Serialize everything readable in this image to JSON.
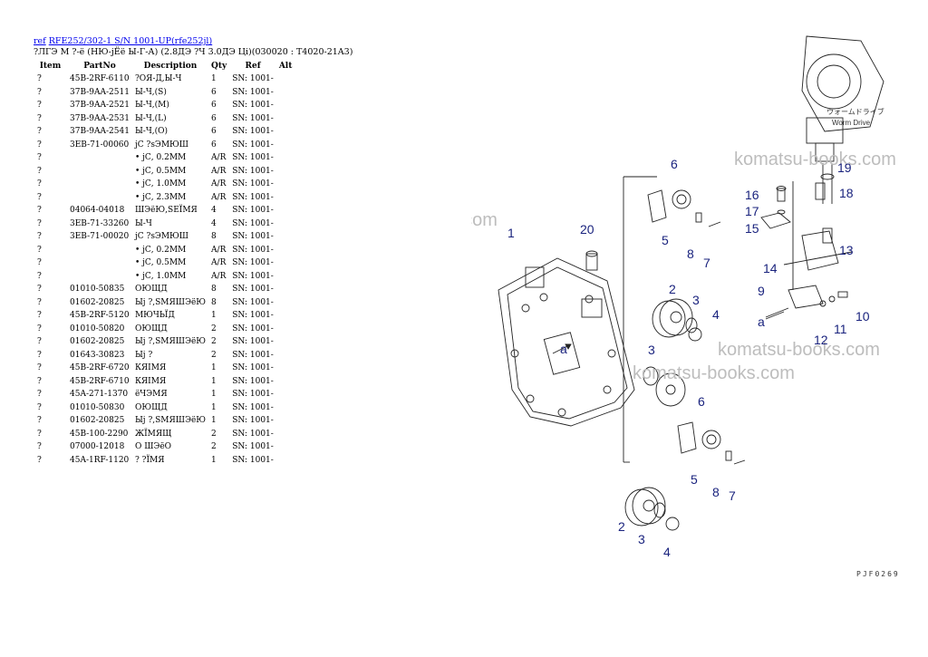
{
  "header": {
    "link_ref": "ref",
    "link_title": "RFE252/302-1 S/N 1001-UP(rfe252jl)",
    "subtitle": "?ЛГЭ М ?-ё (НЮ-јЁё Ы-Г-А) (2.8ДЭ ?Ч 3.0ДЭ Ці)(030020 : T4020-21A3)"
  },
  "table": {
    "columns": [
      "Item",
      "PartNo",
      "Description",
      "Qty",
      "Ref",
      "Alt"
    ],
    "rows": [
      {
        "item": "?",
        "part": "45B-2RF-6110",
        "desc": "?ОЯ-Д,Ы-Ч",
        "qty": "1",
        "ref": "SN: 1001-"
      },
      {
        "item": "?",
        "part": "37B-9AA-2511",
        "desc": "Ы-Ч,(S)",
        "qty": "6",
        "ref": "SN: 1001-"
      },
      {
        "item": "?",
        "part": "37B-9AA-2521",
        "desc": "Ы-Ч,(M)",
        "qty": "6",
        "ref": "SN: 1001-"
      },
      {
        "item": "?",
        "part": "37B-9AA-2531",
        "desc": "Ы-Ч,(L)",
        "qty": "6",
        "ref": "SN: 1001-"
      },
      {
        "item": "?",
        "part": "37B-9AA-2541",
        "desc": "Ы-Ч,(O)",
        "qty": "6",
        "ref": "SN: 1001-"
      },
      {
        "item": "?",
        "part": "3EB-71-00060",
        "desc": "јС ?sЭМЮШ",
        "qty": "6",
        "ref": "SN: 1001-"
      },
      {
        "item": "?",
        "part": "",
        "desc": "• јС, 0.2MM",
        "qty": "A/R",
        "ref": "SN: 1001-"
      },
      {
        "item": "?",
        "part": "",
        "desc": "• јС, 0.5MM",
        "qty": "A/R",
        "ref": "SN: 1001-"
      },
      {
        "item": "?",
        "part": "",
        "desc": "• јС, 1.0MM",
        "qty": "A/R",
        "ref": "SN: 1001-"
      },
      {
        "item": "?",
        "part": "",
        "desc": "• јС, 2.3MM",
        "qty": "A/R",
        "ref": "SN: 1001-"
      },
      {
        "item": "?",
        "part": "04064-04018",
        "desc": "ШЭёЮ,SEЇМЯ",
        "qty": "4",
        "ref": "SN: 1001-"
      },
      {
        "item": "?",
        "part": "3EB-71-33260",
        "desc": "Ы-Ч",
        "qty": "4",
        "ref": "SN: 1001-"
      },
      {
        "item": "?",
        "part": "3EB-71-00020",
        "desc": "јС ?sЭМЮШ",
        "qty": "8",
        "ref": "SN: 1001-"
      },
      {
        "item": "?",
        "part": "",
        "desc": "• јС, 0.2MM",
        "qty": "A/R",
        "ref": "SN: 1001-"
      },
      {
        "item": "?",
        "part": "",
        "desc": "• јС, 0.5MM",
        "qty": "A/R",
        "ref": "SN: 1001-"
      },
      {
        "item": "?",
        "part": "",
        "desc": "• јС, 1.0MM",
        "qty": "A/R",
        "ref": "SN: 1001-"
      },
      {
        "item": "?",
        "part": "01010-50835",
        "desc": "ОЮЩД",
        "qty": "8",
        "ref": "SN: 1001-"
      },
      {
        "item": "?",
        "part": "01602-20825",
        "desc": "Ыј ?,SМЯШЭёЮ",
        "qty": "8",
        "ref": "SN: 1001-"
      },
      {
        "item": "?",
        "part": "45B-2RF-5120",
        "desc": "МЮЧЬЇД",
        "qty": "1",
        "ref": "SN: 1001-"
      },
      {
        "item": "?",
        "part": "01010-50820",
        "desc": "ОЮЩД",
        "qty": "2",
        "ref": "SN: 1001-"
      },
      {
        "item": "?",
        "part": "01602-20825",
        "desc": "Ыј ?,SМЯШЭёЮ",
        "qty": "2",
        "ref": "SN: 1001-"
      },
      {
        "item": "?",
        "part": "01643-30823",
        "desc": "Ыј ?",
        "qty": "2",
        "ref": "SN: 1001-"
      },
      {
        "item": "?",
        "part": "45B-2RF-6720",
        "desc": "КЯІМЯ",
        "qty": "1",
        "ref": "SN: 1001-"
      },
      {
        "item": "?",
        "part": "45B-2RF-6710",
        "desc": "КЯІМЯ",
        "qty": "1",
        "ref": "SN: 1001-"
      },
      {
        "item": "?",
        "part": "45A-271-1370",
        "desc": "ёЧЭМЯ",
        "qty": "1",
        "ref": "SN: 1001-"
      },
      {
        "item": "?",
        "part": "01010-50830",
        "desc": "ОЮЩД",
        "qty": "1",
        "ref": "SN: 1001-"
      },
      {
        "item": "?",
        "part": "01602-20825",
        "desc": "Ыј ?,SМЯШЭёЮ",
        "qty": "1",
        "ref": "SN: 1001-"
      },
      {
        "item": "?",
        "part": "45B-100-2290",
        "desc": "ЖЇМЯЩ",
        "qty": "2",
        "ref": "SN: 1001-"
      },
      {
        "item": "?",
        "part": "07000-12018",
        "desc": "О ШЭёО",
        "qty": "2",
        "ref": "SN: 1001-"
      },
      {
        "item": "?",
        "part": "45A-1RF-1120",
        "desc": "? ?ЇМЯ",
        "qty": "1",
        "ref": "SN: 1001-"
      }
    ]
  },
  "diagram": {
    "watermark": "komatsu-books.com",
    "worm_drive_jp": "ウォームドライブ",
    "worm_drive_en": "Worm Drive",
    "figure_code": "PJF0269",
    "callouts": [
      "1",
      "20",
      "6",
      "5",
      "8",
      "7",
      "2",
      "3",
      "4",
      "3",
      "6",
      "5",
      "8",
      "7",
      "2",
      "3",
      "4",
      "16",
      "17",
      "15",
      "14",
      "19",
      "18",
      "13",
      "9",
      "12",
      "11",
      "10",
      "a",
      "a"
    ]
  }
}
